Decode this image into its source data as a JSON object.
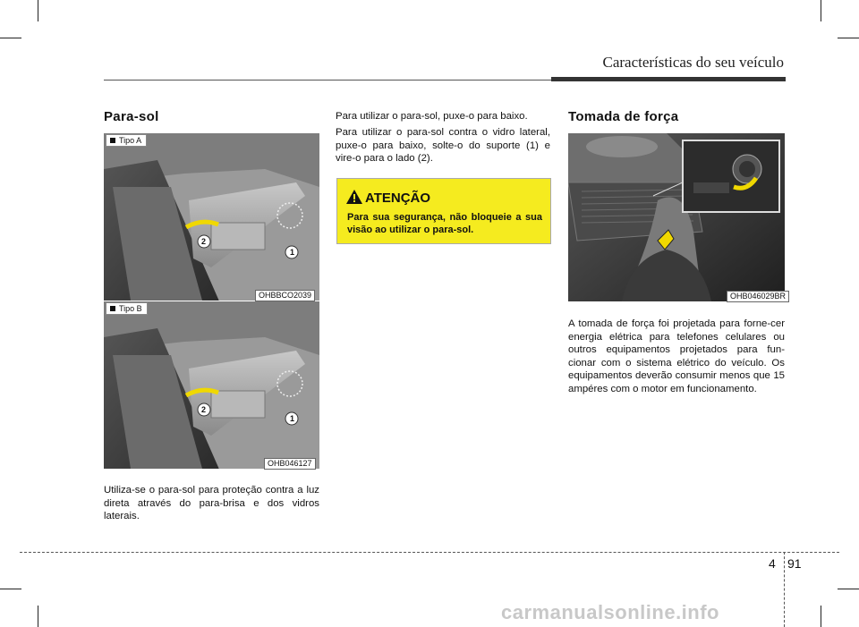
{
  "header": {
    "title": "Características do seu veículo"
  },
  "sections": {
    "left": {
      "title": "Para-sol",
      "labels": {
        "type_a": "Tipo A",
        "type_b": "Tipo B"
      },
      "codes": {
        "a": "OHBBCO2039",
        "b": "OHB046127"
      },
      "callouts": [
        "1",
        "2"
      ],
      "text": "Utiliza-se o para-sol para proteção contra a luz direta através do para-brisa e dos vidros laterais."
    },
    "middle": {
      "p1": "Para utilizar o para-sol, puxe-o para baixo.",
      "p2": "Para utilizar o para-sol contra o vidro lateral, puxe-o para baixo, solte-o do suporte (1) e vire-o para o lado (2).",
      "warning": {
        "title": "ATENÇÃO",
        "text": "Para sua segurança, não bloqueie a sua visão ao utilizar o para-sol."
      }
    },
    "right": {
      "title": "Tomada de força",
      "code": "OHB046029BR",
      "text": "A tomada de força foi projetada para forne-cer energia elétrica para telefones celulares ou outros equipamentos projetados para fun-cionar com o sistema elétrico do veículo. Os equipamentos deverão consumir menos que 15 ampéres com o motor em funcionamento."
    }
  },
  "footer": {
    "section": "4",
    "page": "91"
  },
  "watermark": "carmanualsonline.info",
  "colors": {
    "warning_bg": "#f5eb1f",
    "arrow": "#f0d800"
  }
}
